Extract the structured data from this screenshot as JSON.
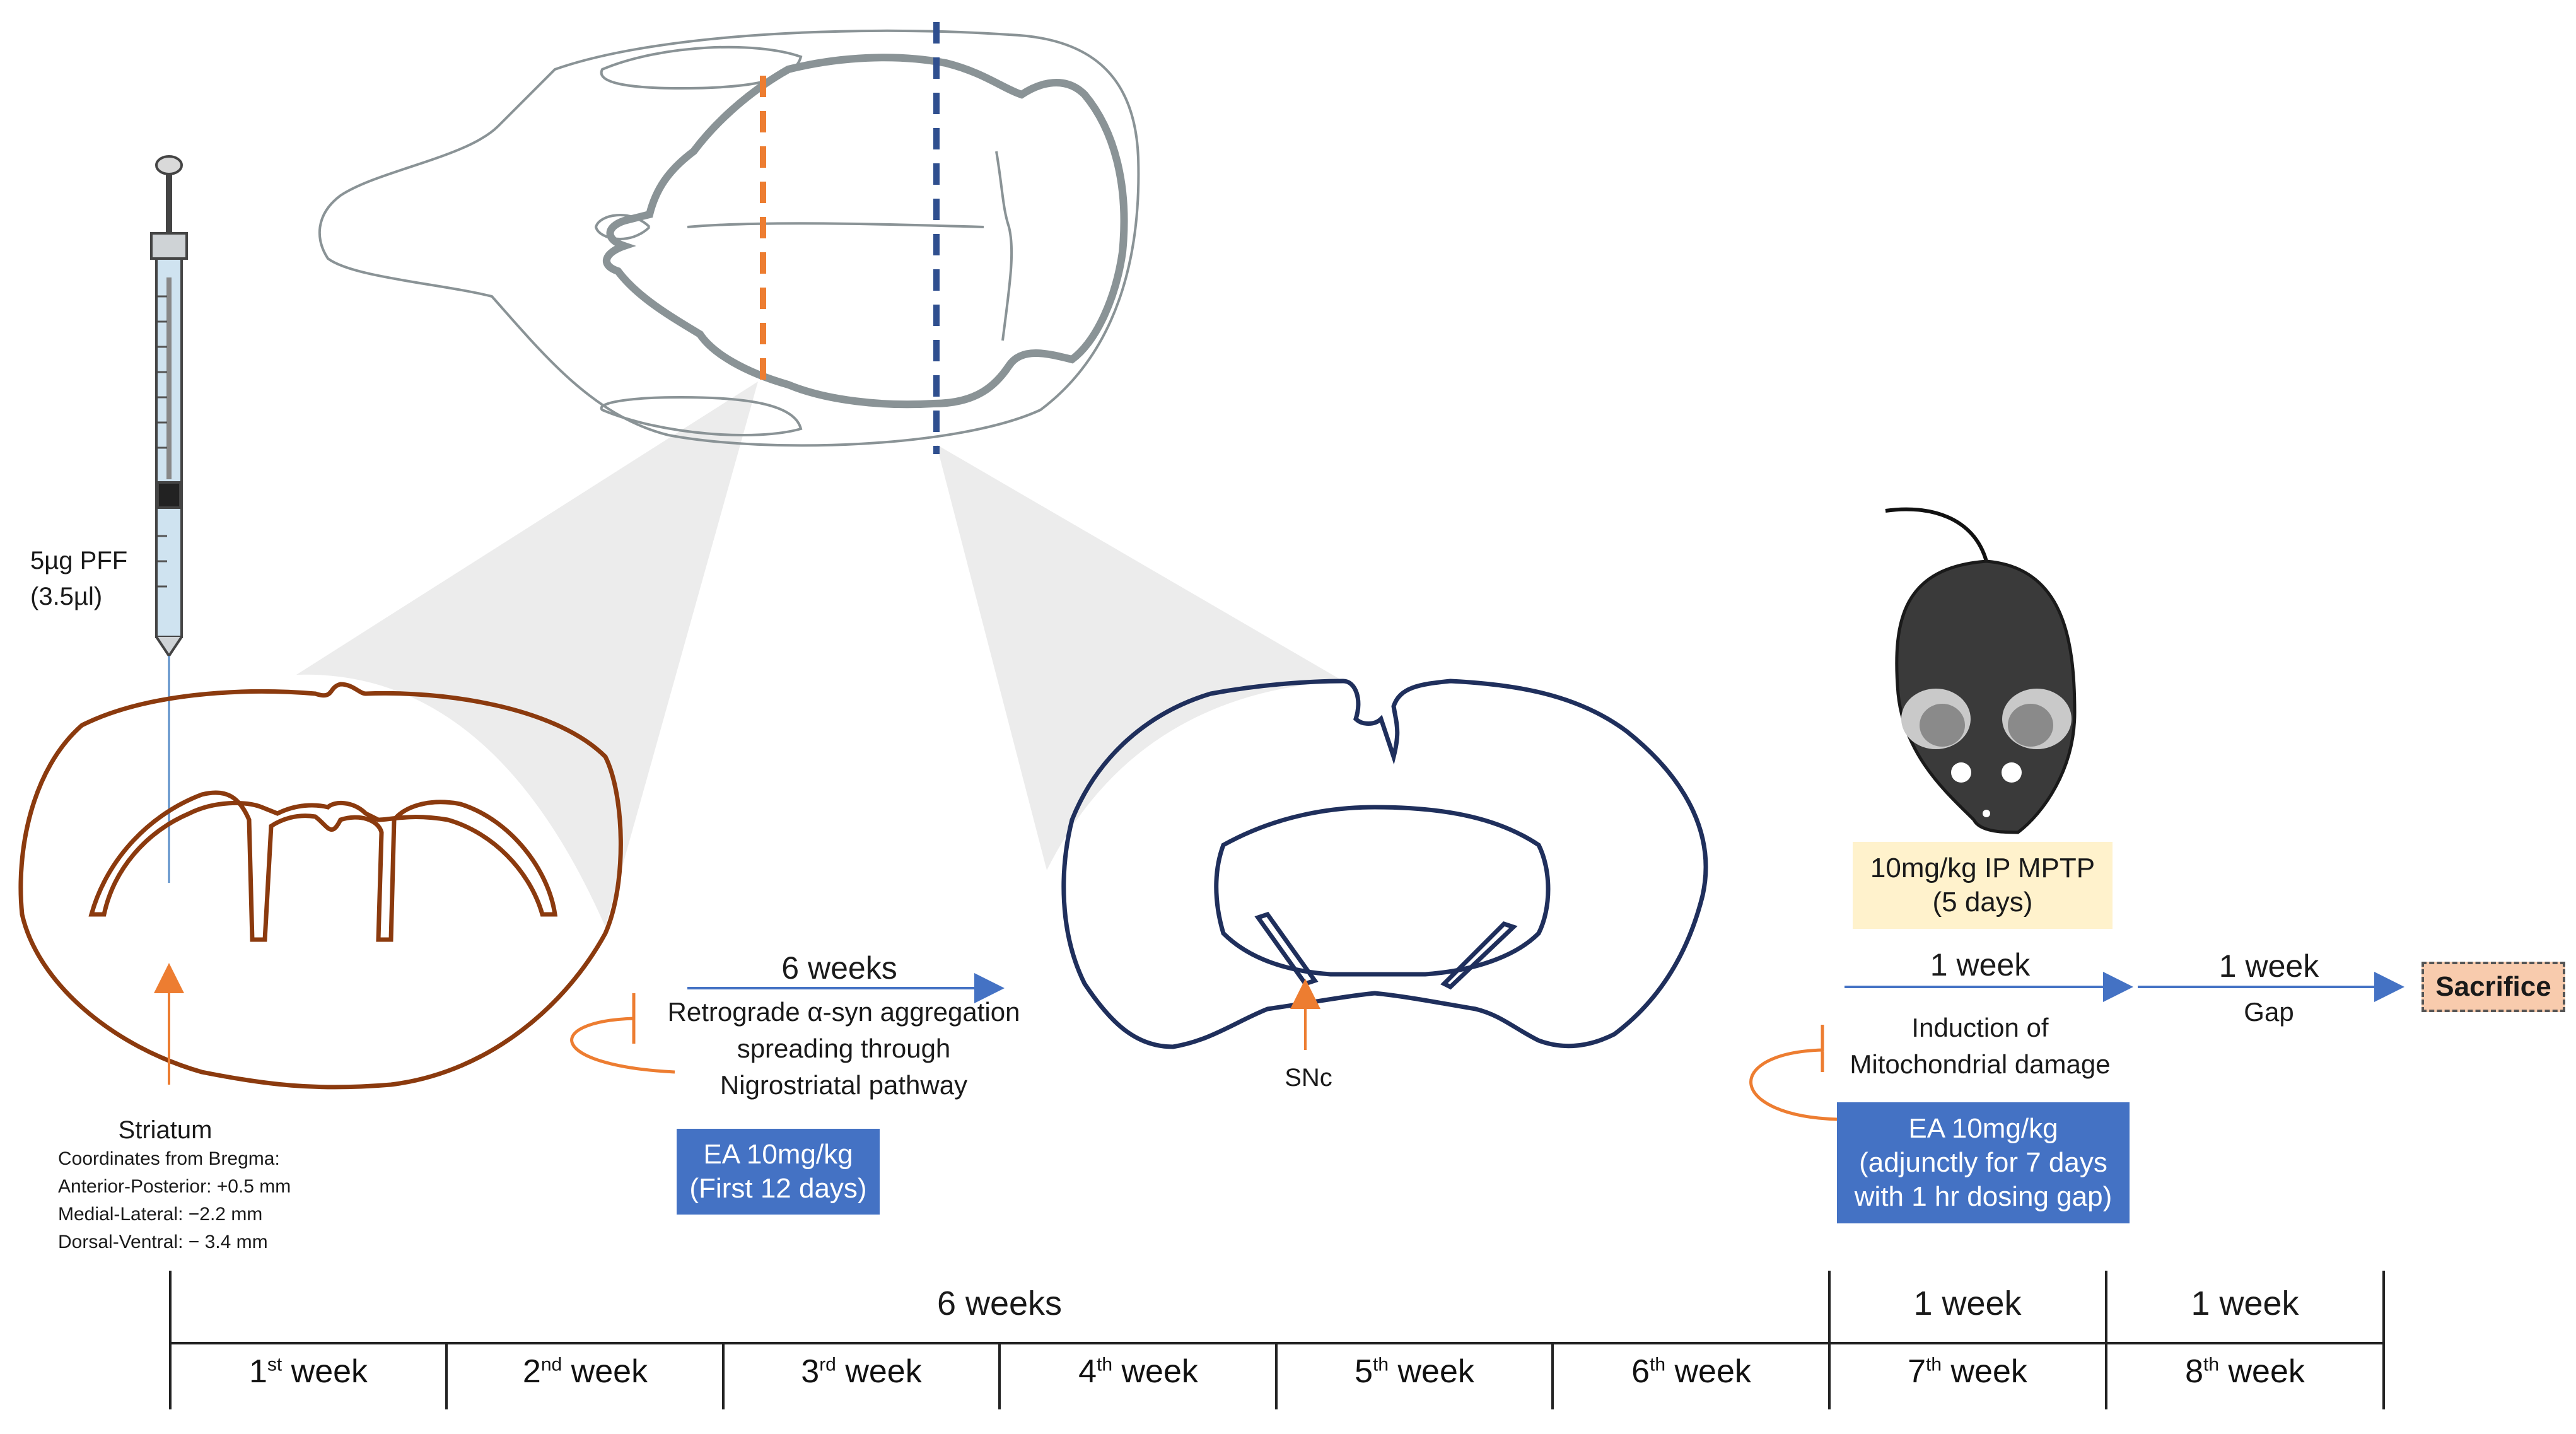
{
  "injection": {
    "dose": "5µg PFF",
    "volume": "(3.5µl)"
  },
  "striatum": {
    "label": "Striatum",
    "coords_title": "Coordinates from Bregma:",
    "ap": "Anterior-Posterior: +0.5 mm",
    "ml": "Medial-Lateral: −2.2 mm",
    "dv": "Dorsal-Ventral: − 3.4 mm"
  },
  "phase1": {
    "duration": "6 weeks",
    "line1": "Retrograde α-syn aggregation",
    "line2": "spreading through",
    "line3": "Nigrostriatal pathway",
    "ea_line1": "EA 10mg/kg",
    "ea_line2": "(First 12 days)"
  },
  "snc": {
    "label": "SNc"
  },
  "mptp": {
    "line1": "10mg/kg IP MPTP",
    "line2": "(5 days)"
  },
  "phase2": {
    "duration": "1 week",
    "line1": "Induction of",
    "line2": "Mitochondrial damage",
    "ea_line1": "EA 10mg/kg",
    "ea_line2": "(adjunctly for 7 days",
    "ea_line3": "with 1 hr dosing gap)"
  },
  "phase3": {
    "duration": "1 week",
    "label": "Gap"
  },
  "sacrifice": "Sacrifice",
  "timeline": {
    "spans": [
      "6 weeks",
      "1 week",
      "1 week"
    ],
    "weeks": [
      {
        "num": "1",
        "sup": "st",
        "word": " week"
      },
      {
        "num": "2",
        "sup": "nd",
        "word": " week"
      },
      {
        "num": "3",
        "sup": "rd",
        "word": " week"
      },
      {
        "num": "4",
        "sup": "th",
        "word": " week"
      },
      {
        "num": "5",
        "sup": "th",
        "word": " week"
      },
      {
        "num": "6",
        "sup": "th",
        "word": " week"
      },
      {
        "num": "7",
        "sup": "th",
        "word": " week"
      },
      {
        "num": "8",
        "sup": "th",
        "word": " week"
      }
    ]
  },
  "colors": {
    "orange": "#ed7d31",
    "blue_arrow": "#4472c4",
    "ea_box": "#4472c4",
    "mptp_box": "#fff2cc",
    "sacrifice_box": "#f8cbad",
    "striatum_outline": "#8b3a0e",
    "snc_outline": "#1f2f5c",
    "brain_top": "#7f8c8d",
    "mouse": "#3a3a3a"
  }
}
